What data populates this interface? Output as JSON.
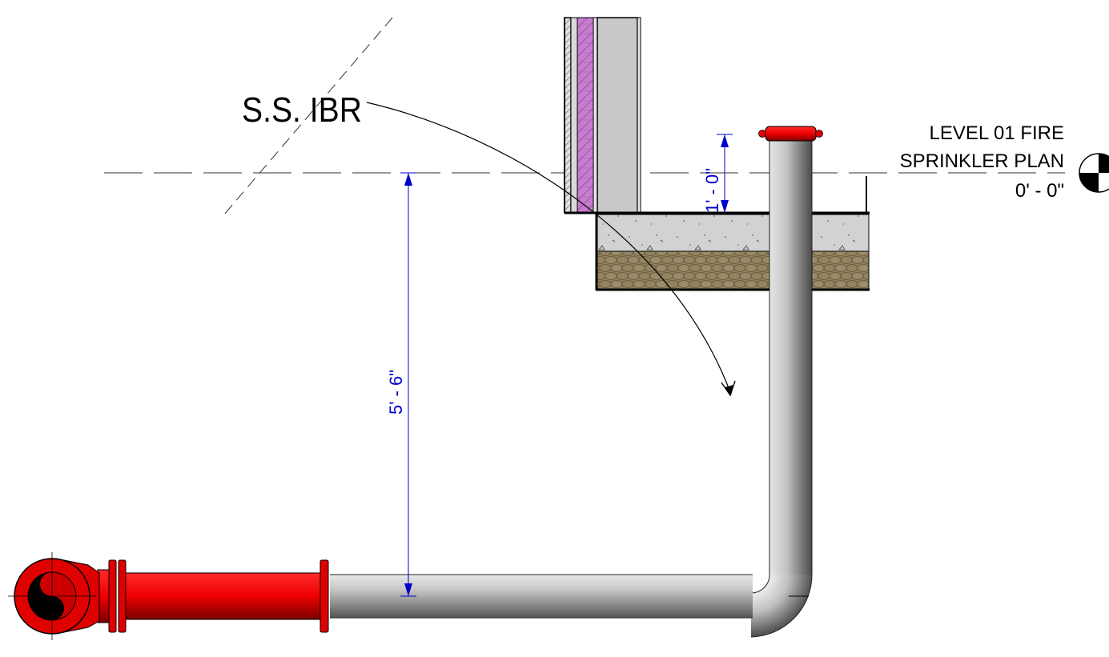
{
  "labels": {
    "material_tag": "S.S. IBR",
    "level_name_line1": "LEVEL 01 FIRE",
    "level_name_line2": "SPRINKLER PLAN",
    "level_elevation": "0' - 0\""
  },
  "dimensions": {
    "riser_above_level": "1' - 0\"",
    "pipe_below_level": "5' - 6\""
  },
  "colors": {
    "dimension": "#0000cc",
    "fitting_red": "#ff0000",
    "wall_insulation": "#c77ccf",
    "concrete": "#cfcfcf",
    "gravel": "#8f7f5e",
    "pipe_gray": "#bdbdbd"
  }
}
